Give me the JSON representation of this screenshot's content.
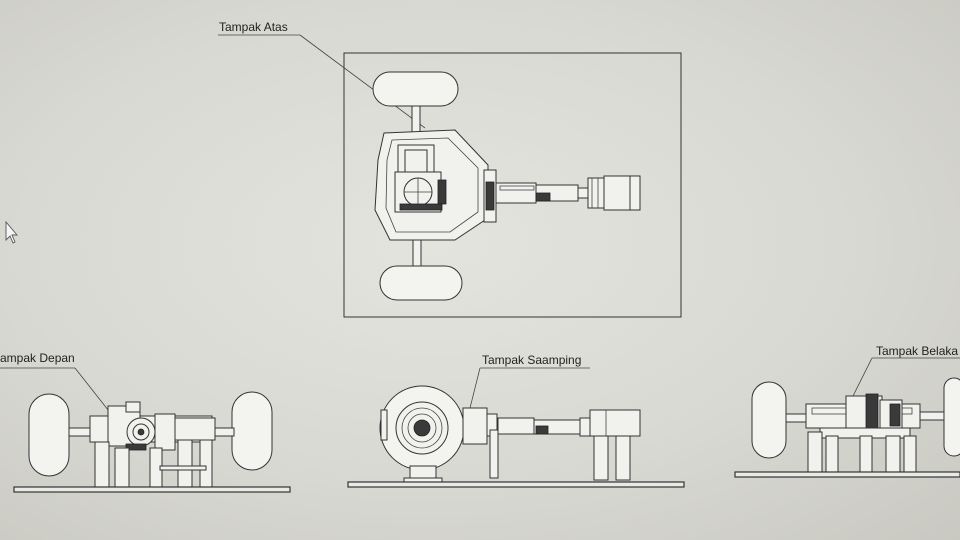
{
  "views": {
    "top": {
      "label": "Tampak Atas"
    },
    "front": {
      "label": "ampak Depan"
    },
    "side": {
      "label": "Tampak Saamping"
    },
    "rear": {
      "label": "Tampak Belaka"
    }
  },
  "icons": {
    "cursor": "mouse-cursor-icon"
  },
  "colors": {
    "paper": "#dcdcd6",
    "line": "#333333"
  }
}
